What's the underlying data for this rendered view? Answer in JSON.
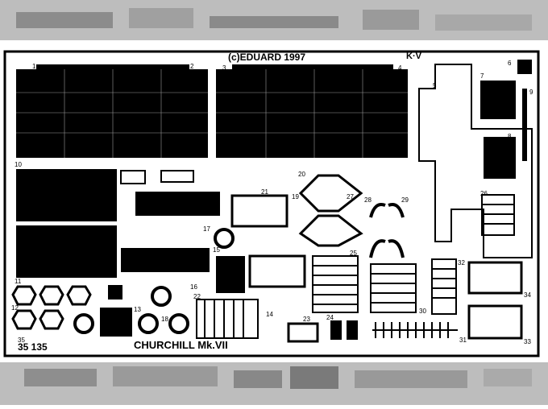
{
  "sheet": {
    "copyright": "(c)EDUARD  1997",
    "variant": "K·V",
    "catalog_number": "35  135",
    "subject": "CHURCHILL  Mk.VII"
  },
  "part_numbers": [
    "1",
    "2",
    "3",
    "4",
    "5",
    "6",
    "7",
    "8",
    "9",
    "10",
    "11",
    "12",
    "13",
    "14",
    "15",
    "16",
    "17",
    "18",
    "19",
    "20",
    "21",
    "22",
    "23",
    "24",
    "25",
    "26",
    "27",
    "28",
    "29",
    "30",
    "31",
    "32",
    "33",
    "34",
    "35"
  ]
}
